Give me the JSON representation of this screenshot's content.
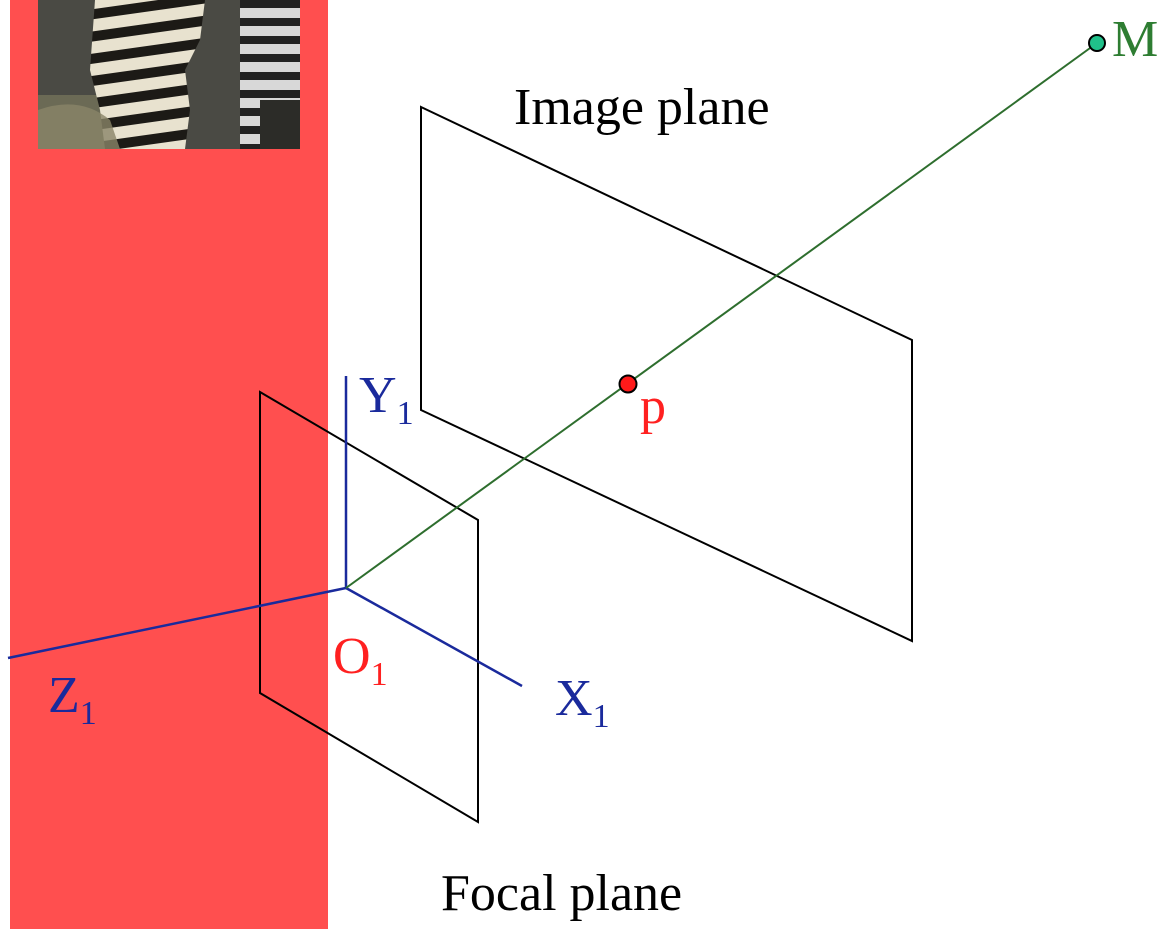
{
  "labels": {
    "image_plane": "Image plane",
    "focal_plane": "Focal plane",
    "point_M": "M",
    "point_p": "p",
    "axis_Y": {
      "letter": "Y",
      "sub": "1"
    },
    "axis_X": {
      "letter": "X",
      "sub": "1"
    },
    "axis_Z": {
      "letter": "Z",
      "sub": "1"
    },
    "origin": {
      "letter": "O",
      "sub": "1"
    }
  },
  "colors": {
    "background": "#ffffff",
    "side_bar": "#ff4f4f",
    "axes": "#1a2a9c",
    "ray": "#2e6e2e",
    "label_red": "#ff2020",
    "label_green": "#2e7d32",
    "point_M_fill": "#20c08a",
    "point_p_fill": "#ff1a1a",
    "plane_edge": "#000000"
  },
  "icons": {
    "thumbnail": "striped-object-photo"
  }
}
